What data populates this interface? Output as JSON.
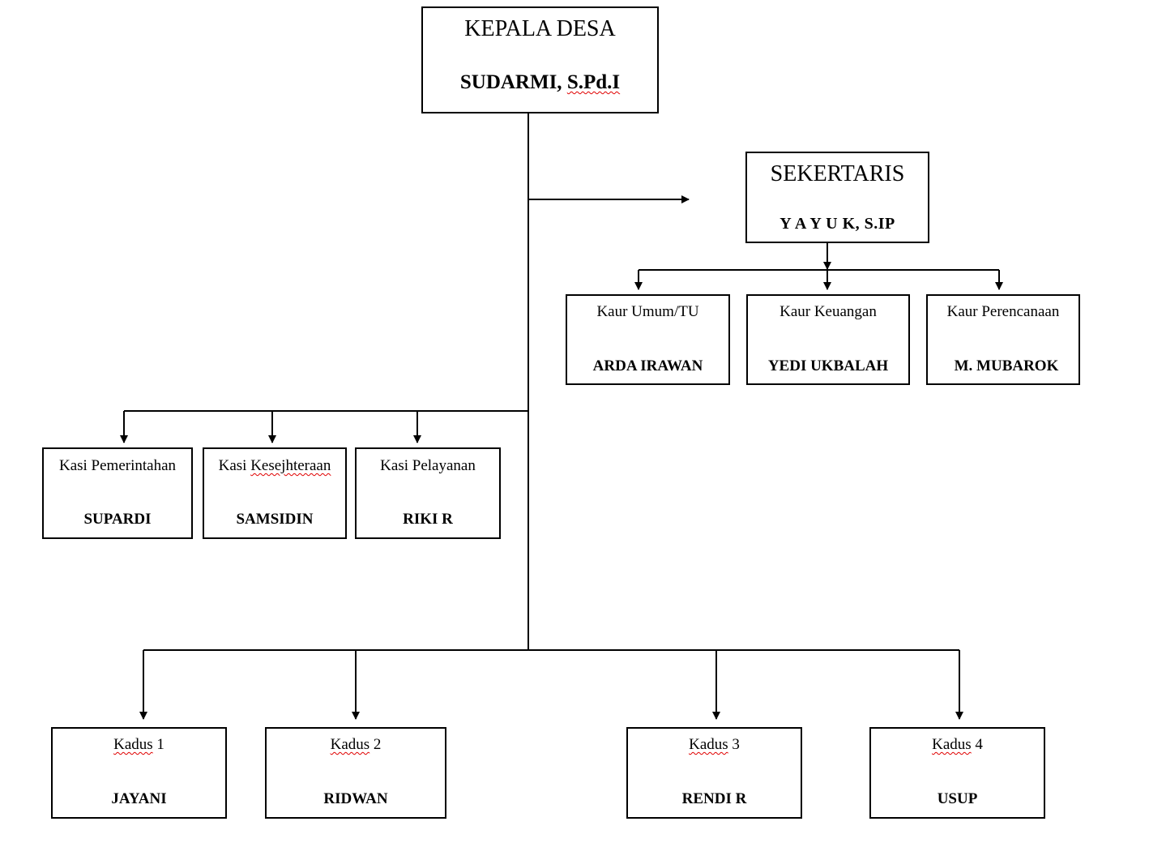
{
  "document": {
    "type": "organizational-chart",
    "line_color": "#000000",
    "spellcheck_underline_color": "#e00000"
  },
  "head": {
    "title": "KEPALA DESA",
    "name_main": "SUDARMI, ",
    "name_suffix": "S.Pd.I"
  },
  "secretary": {
    "title": "SEKERTARIS",
    "name": "Y A Y U K, S.IP"
  },
  "kaur": [
    {
      "title": "Kaur Umum/TU",
      "name": "ARDA IRAWAN"
    },
    {
      "title": "Kaur Keuangan",
      "name": "YEDI UKBALAH"
    },
    {
      "title": "Kaur Perencanaan",
      "name": "M. MUBAROK"
    }
  ],
  "kasi": [
    {
      "title_prefix": "Kasi Pemerintahan",
      "title_flagged": "",
      "name": "SUPARDI"
    },
    {
      "title_prefix": "Kasi ",
      "title_flagged": "Kesejhteraan",
      "name": "SAMSIDIN"
    },
    {
      "title_prefix": "Kasi Pelayanan",
      "title_flagged": "",
      "name": "RIKI R"
    }
  ],
  "kadus": [
    {
      "title_flagged": "Kadus",
      "title_suffix": " 1",
      "name": "JAYANI"
    },
    {
      "title_flagged": "Kadus",
      "title_suffix": " 2",
      "name": "RIDWAN"
    },
    {
      "title_flagged": "Kadus",
      "title_suffix": " 3",
      "name": "RENDI R"
    },
    {
      "title_flagged": "Kadus",
      "title_suffix": " 4",
      "name": "USUP"
    }
  ]
}
